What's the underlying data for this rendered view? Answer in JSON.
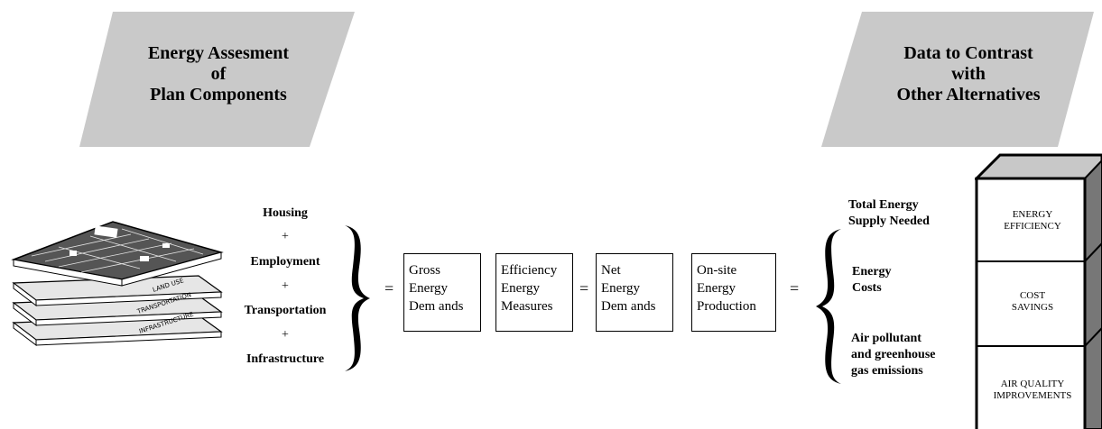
{
  "banners": {
    "left": {
      "line1": "Energy Assesment",
      "line2": "of",
      "line3": "Plan Components"
    },
    "right": {
      "line1": "Data to Contrast",
      "line2": "with",
      "line3": "Other Alternatives"
    }
  },
  "layers": [
    "LAND USE",
    "TRANSPORTATION",
    "INFRASTRUCTURE"
  ],
  "components": [
    "Housing",
    "Employment",
    "Transportation",
    "Infrastructure"
  ],
  "plus": "+",
  "equals": "=",
  "boxes": [
    {
      "lines": [
        "Gross",
        "Energy",
        "Dem ands"
      ]
    },
    {
      "lines": [
        "Efficiency",
        "Energy",
        "Measures"
      ]
    },
    {
      "lines": [
        "Net",
        "Energy",
        "Dem ands"
      ]
    },
    {
      "lines": [
        "On-site",
        "Energy",
        "Production"
      ]
    }
  ],
  "outputs": [
    {
      "lines": [
        "Total Energy",
        "Supply Needed"
      ]
    },
    {
      "lines": [
        "Energy",
        "Costs"
      ]
    },
    {
      "lines": [
        "Air pollutant",
        "and greenhouse",
        "gas emissions"
      ]
    }
  ],
  "cube": [
    {
      "lines": [
        "ENERGY",
        "EFFICIENCY"
      ]
    },
    {
      "lines": [
        "COST",
        "SAVINGS"
      ]
    },
    {
      "lines": [
        "AIR QUALITY",
        "IMPROVEMENTS"
      ]
    }
  ],
  "colors": {
    "banner": "#c9c9c9",
    "stroke": "#000000",
    "layer_fill": "#e6e6e6",
    "map_fill": "#555555",
    "cube_side": "#777777",
    "cube_top": "#c8c8c8"
  }
}
